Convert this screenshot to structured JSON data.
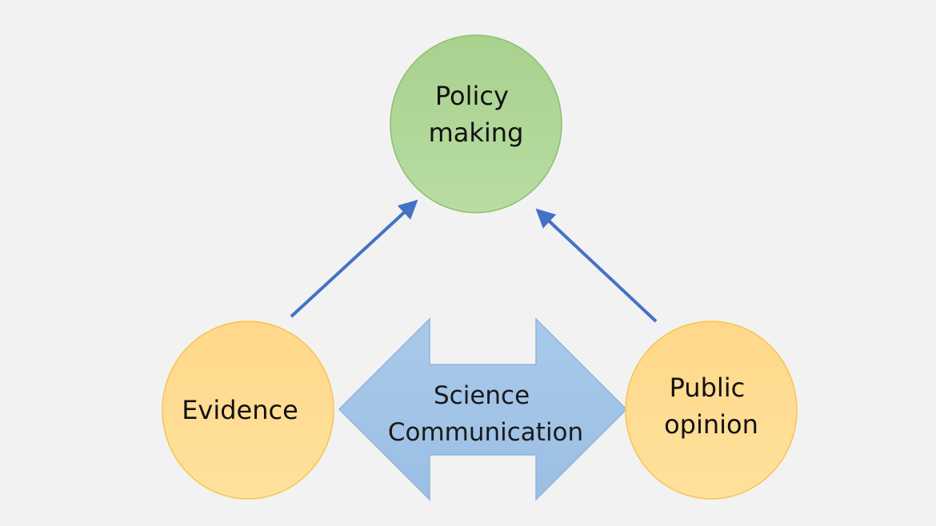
{
  "nodes": {
    "policy": {
      "lines": [
        "Policy",
        "making"
      ]
    },
    "evidence": {
      "lines": [
        "Evidence"
      ]
    },
    "public": {
      "lines": [
        "Public",
        "opinion"
      ]
    }
  },
  "connector": {
    "lines": [
      "Science",
      "Communication"
    ]
  },
  "colors": {
    "background": "#f2f2f2",
    "policy_fill_top": "#a9d18e",
    "policy_fill_bottom": "#b8dca2",
    "policy_stroke": "#8cbf6e",
    "orange_fill_top": "#ffd88a",
    "orange_fill_bottom": "#ffe19c",
    "orange_stroke": "#f5c450",
    "arrow_fill_top": "#9dc3e6",
    "arrow_fill_bottom": "#b4d1ee",
    "arrow_stroke": "#8fb4d9",
    "line_arrow": "#4472c4"
  }
}
